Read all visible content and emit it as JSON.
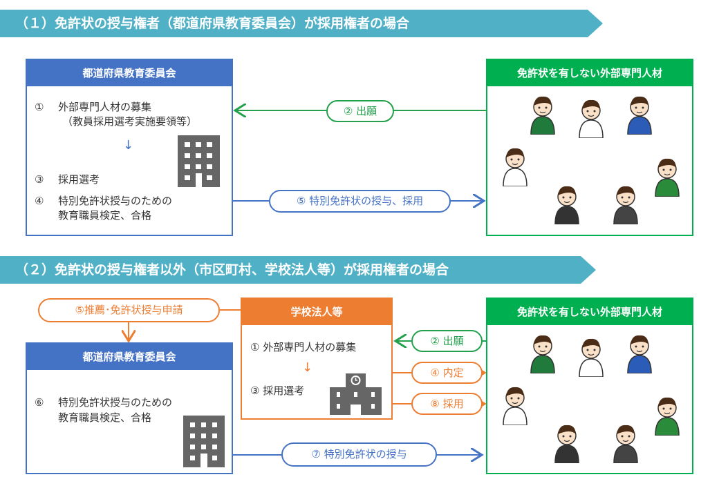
{
  "section1": {
    "title": "（１）免許状の授与権者（都道府県教育委員会）が採用権者の場合",
    "board": {
      "header": "都道府県教育委員会",
      "n1": "①",
      "item1a": "外部専門人材の募集",
      "item1b": "（教員採用選考実施要領等）",
      "arrow": "↓",
      "n3": "③",
      "item3": "採用選考",
      "n4": "④",
      "item4a": "特別免許状授与のための",
      "item4b": "教育職員検定、合格"
    },
    "talent": {
      "header": "免許状を有しない外部専門人材"
    },
    "flow2": "② 出願",
    "flow5": "⑤ 特別免許状の授与、採用"
  },
  "section2": {
    "title": "（２）免許状の授与権者以外（市区町村、学校法人等）が採用権者の場合",
    "recommend": "⑤推薦･免許状授与申請",
    "school": {
      "header": "学校法人等",
      "item1": "① 外部専門人材の募集",
      "arrow": "↓",
      "item3": "③ 採用選考"
    },
    "board": {
      "header": "都道府県教育委員会",
      "n6": "⑥",
      "item6a": "特別免許状授与のための",
      "item6b": "教育職員検定、合格"
    },
    "talent": {
      "header": "免許状を有しない外部専門人材"
    },
    "flow2": "② 出願",
    "flow4": "④ 内定",
    "flow8": "⑧ 採用",
    "flow7": "⑦ 特別免許状の授与"
  },
  "colors": {
    "banner": "#4fb0c6",
    "blue": "#4472c4",
    "green": "#00b050",
    "orange": "#ed7d31",
    "icon": "#666666"
  }
}
